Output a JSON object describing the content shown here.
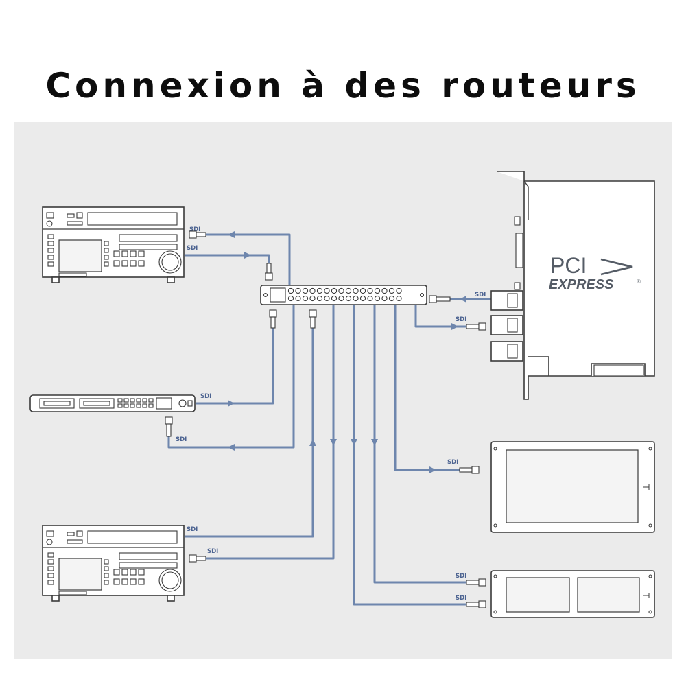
{
  "title": "Connexion à des routeurs",
  "cable_label": "SDI",
  "pcie": {
    "line1": "PCI",
    "line2": "EXPRESS",
    "reg": "®"
  },
  "colors": {
    "background": "#ebebeb",
    "cable": "#6e86ad",
    "outline": "#3a3a3a"
  },
  "devices": [
    {
      "name": "deck-recorder-top",
      "icon": "vtr-deck-icon"
    },
    {
      "name": "router",
      "icon": "sdi-router-icon"
    },
    {
      "name": "pcie-capture-card",
      "icon": "pcie-card-icon"
    },
    {
      "name": "rack-converter",
      "icon": "rack-unit-icon"
    },
    {
      "name": "deck-recorder-bottom",
      "icon": "vtr-deck-icon"
    },
    {
      "name": "rack-monitor-single",
      "icon": "monitor-icon"
    },
    {
      "name": "rack-monitor-dual",
      "icon": "dual-monitor-icon"
    }
  ]
}
